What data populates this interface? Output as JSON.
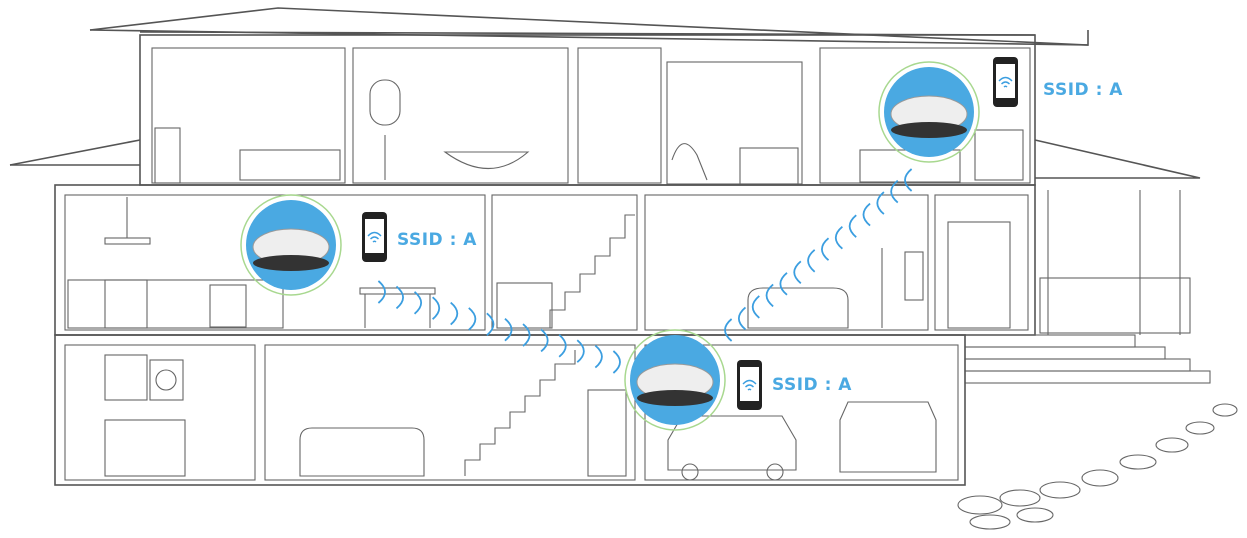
{
  "colors": {
    "accent": "#4aa9e2",
    "signal": "#3b9ee0",
    "halo": "#a8d88f",
    "outline": "#555555"
  },
  "routers": [
    {
      "label": "SSID : A",
      "icon": "wifi-router-icon",
      "phone_icon": "smartphone-wifi-icon"
    },
    {
      "label": "SSID : A",
      "icon": "wifi-router-icon",
      "phone_icon": "smartphone-wifi-icon"
    },
    {
      "label": "SSID : A",
      "icon": "wifi-router-icon",
      "phone_icon": "smartphone-wifi-icon"
    }
  ]
}
